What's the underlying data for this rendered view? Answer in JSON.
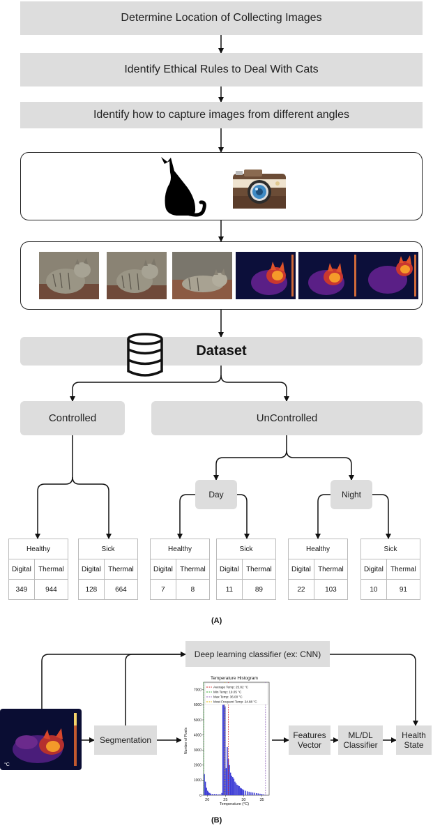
{
  "steps": {
    "step1": "Determine Location of Collecting Images",
    "step2": "Identify Ethical Rules to Deal With Cats",
    "step3": "Identify how to capture images from different angles"
  },
  "dataset": {
    "label": "Dataset"
  },
  "branches": {
    "controlled": "Controlled",
    "uncontrolled": "UnControlled",
    "day": "Day",
    "night": "Night"
  },
  "tables": [
    {
      "status": "Healthy",
      "col1": "Digital",
      "col2": "Thermal",
      "v1": "349",
      "v2": "944"
    },
    {
      "status": "Sick",
      "col1": "Digital",
      "col2": "Thermal",
      "v1": "128",
      "v2": "664"
    },
    {
      "status": "Healthy",
      "col1": "Digital",
      "col2": "Thermal",
      "v1": "7",
      "v2": "8"
    },
    {
      "status": "Sick",
      "col1": "Digital",
      "col2": "Thermal",
      "v1": "11",
      "v2": "89"
    },
    {
      "status": "Healthy",
      "col1": "Digital",
      "col2": "Thermal",
      "v1": "22",
      "v2": "103"
    },
    {
      "status": "Sick",
      "col1": "Digital",
      "col2": "Thermal",
      "v1": "10",
      "v2": "91"
    }
  ],
  "captions": {
    "a": "(A)",
    "b": "(B)"
  },
  "pipeline": {
    "dl_classifier": "Deep learning classifier (ex: CNN)",
    "segmentation": "Segmentation",
    "features_line1": "Features",
    "features_line2": "Vector",
    "ml_line1": "ML/DL",
    "ml_line2": "Classifier",
    "health_line1": "Health",
    "health_line2": "State",
    "thermal_unit": "°C"
  },
  "histogram": {
    "title": "Temperature Histogram",
    "xlabel": "Temperature (°C)",
    "ylabel": "Number of Pixels",
    "legend": [
      {
        "label": "Average Temp: 25.82 °C",
        "color": "#d62728"
      },
      {
        "label": "Min Temp: 19.05 °C",
        "color": "#2ca02c"
      },
      {
        "label": "Max Temp: 36.00 °C",
        "color": "#9467bd"
      },
      {
        "label": "Most Frequent Temp: 24.88 °C",
        "color": "#e6b800"
      }
    ],
    "xticks": [
      "20",
      "25",
      "30",
      "35"
    ],
    "yticks": [
      "0",
      "1000",
      "2000",
      "3000",
      "4000",
      "5000",
      "6000",
      "7000"
    ]
  },
  "chart_data": {
    "type": "bar",
    "title": "Temperature Histogram",
    "xlabel": "Temperature (°C)",
    "ylabel": "Number of Pixels",
    "xlim": [
      19,
      37
    ],
    "ylim": [
      0,
      7500
    ],
    "x": [
      19.2,
      19.5,
      19.8,
      20.1,
      20.4,
      20.7,
      21.0,
      21.5,
      22.0,
      22.5,
      23.0,
      23.5,
      24.0,
      24.3,
      24.6,
      24.9,
      25.2,
      25.5,
      25.8,
      26.1,
      26.4,
      26.7,
      27.0,
      27.3,
      27.6,
      27.9,
      28.2,
      28.5,
      28.8,
      29.1,
      29.4,
      29.7,
      30.0,
      30.5,
      31.0,
      31.5,
      32.0,
      32.5,
      33.0,
      33.5,
      34.0,
      34.5,
      35.0,
      35.5,
      36.0
    ],
    "values": [
      1400,
      900,
      500,
      300,
      200,
      150,
      100,
      90,
      80,
      70,
      60,
      80,
      150,
      6000,
      6100,
      5900,
      1800,
      3200,
      2400,
      2000,
      1500,
      1300,
      1200,
      1100,
      900,
      800,
      700,
      650,
      600,
      500,
      450,
      400,
      350,
      300,
      260,
      230,
      200,
      180,
      160,
      140,
      120,
      100,
      90,
      60,
      40
    ],
    "vlines": [
      {
        "label": "Average Temp: 25.82 °C",
        "x": 25.82,
        "color": "#d62728"
      },
      {
        "label": "Min Temp: 19.05 °C",
        "x": 19.05,
        "color": "#2ca02c"
      },
      {
        "label": "Max Temp: 36.00 °C",
        "x": 36.0,
        "color": "#9467bd"
      },
      {
        "label": "Most Frequent Temp: 24.88 °C",
        "x": 24.88,
        "color": "#e6b800"
      }
    ],
    "bar_color": "#3b3bd6"
  }
}
